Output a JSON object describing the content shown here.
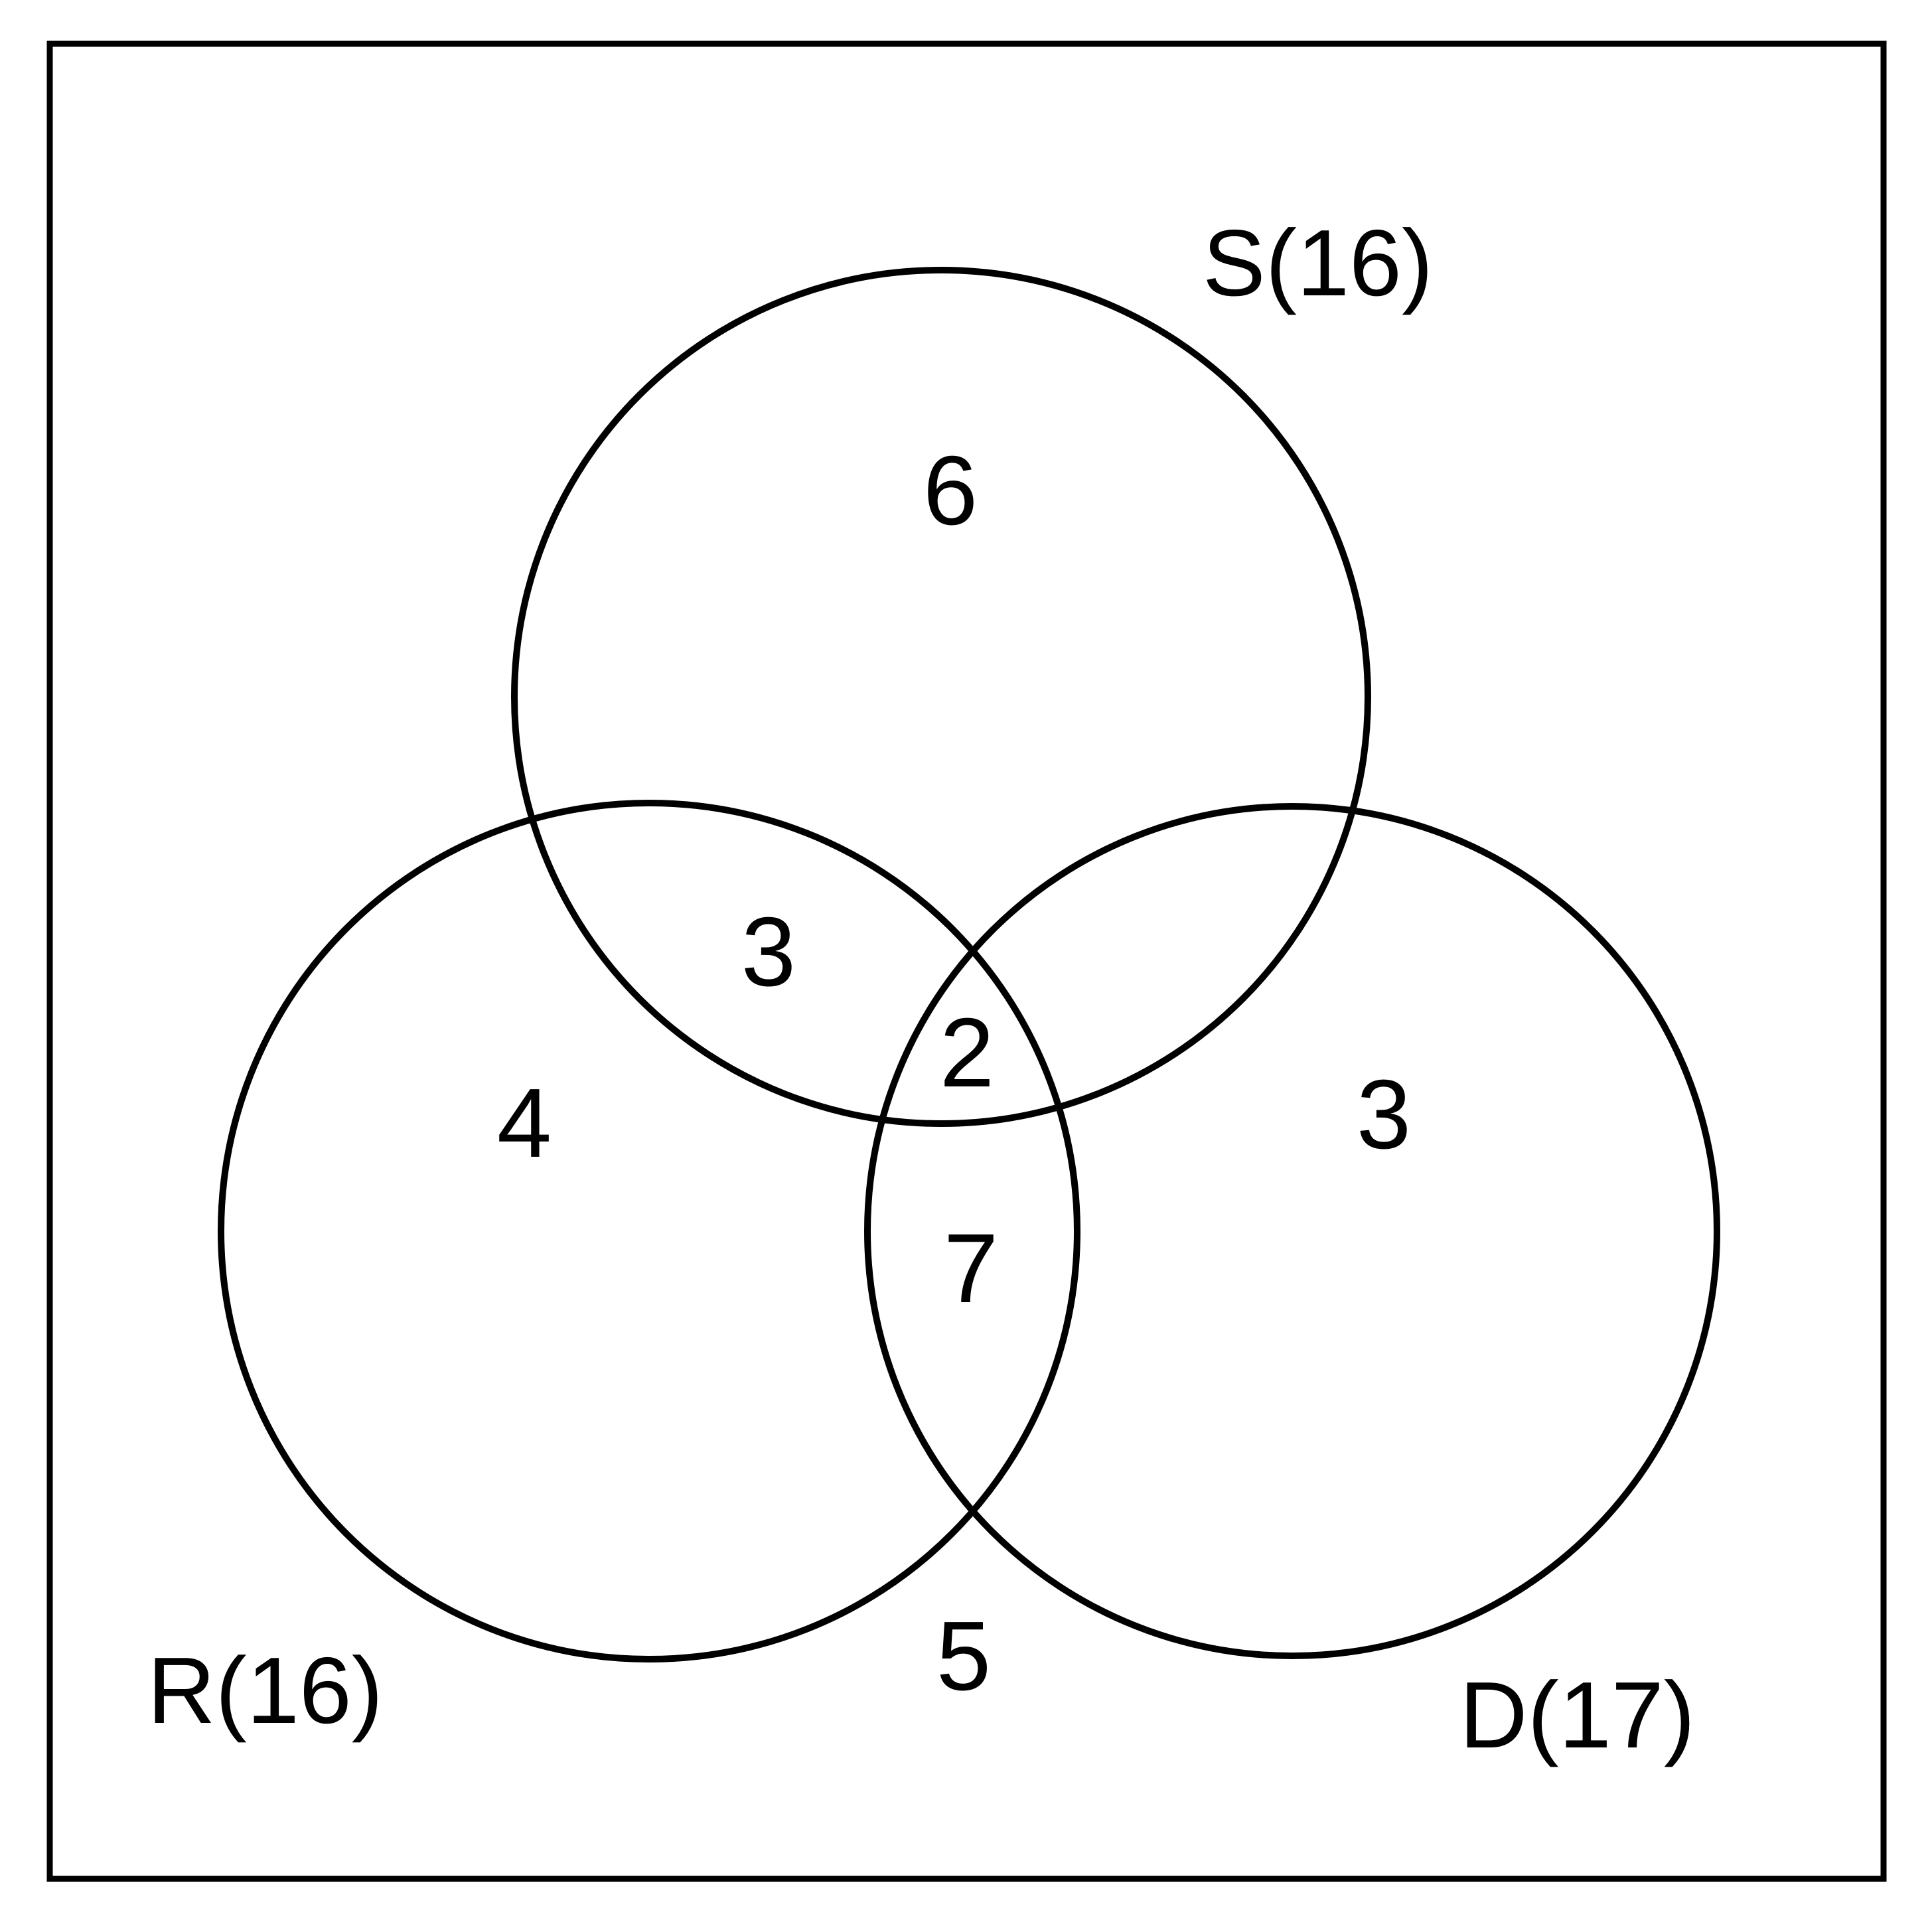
{
  "diagram": {
    "sets": {
      "S": {
        "label": "S(16)"
      },
      "R": {
        "label": "R(16)"
      },
      "D": {
        "label": "D(17)"
      }
    },
    "regions": {
      "s_only": "6",
      "r_s": "3",
      "r_only": "4",
      "r_s_d": "2",
      "d_only": "3",
      "r_d": "7",
      "outside": "5"
    },
    "colors": {
      "stroke": "#000000",
      "background": "#ffffff"
    }
  }
}
